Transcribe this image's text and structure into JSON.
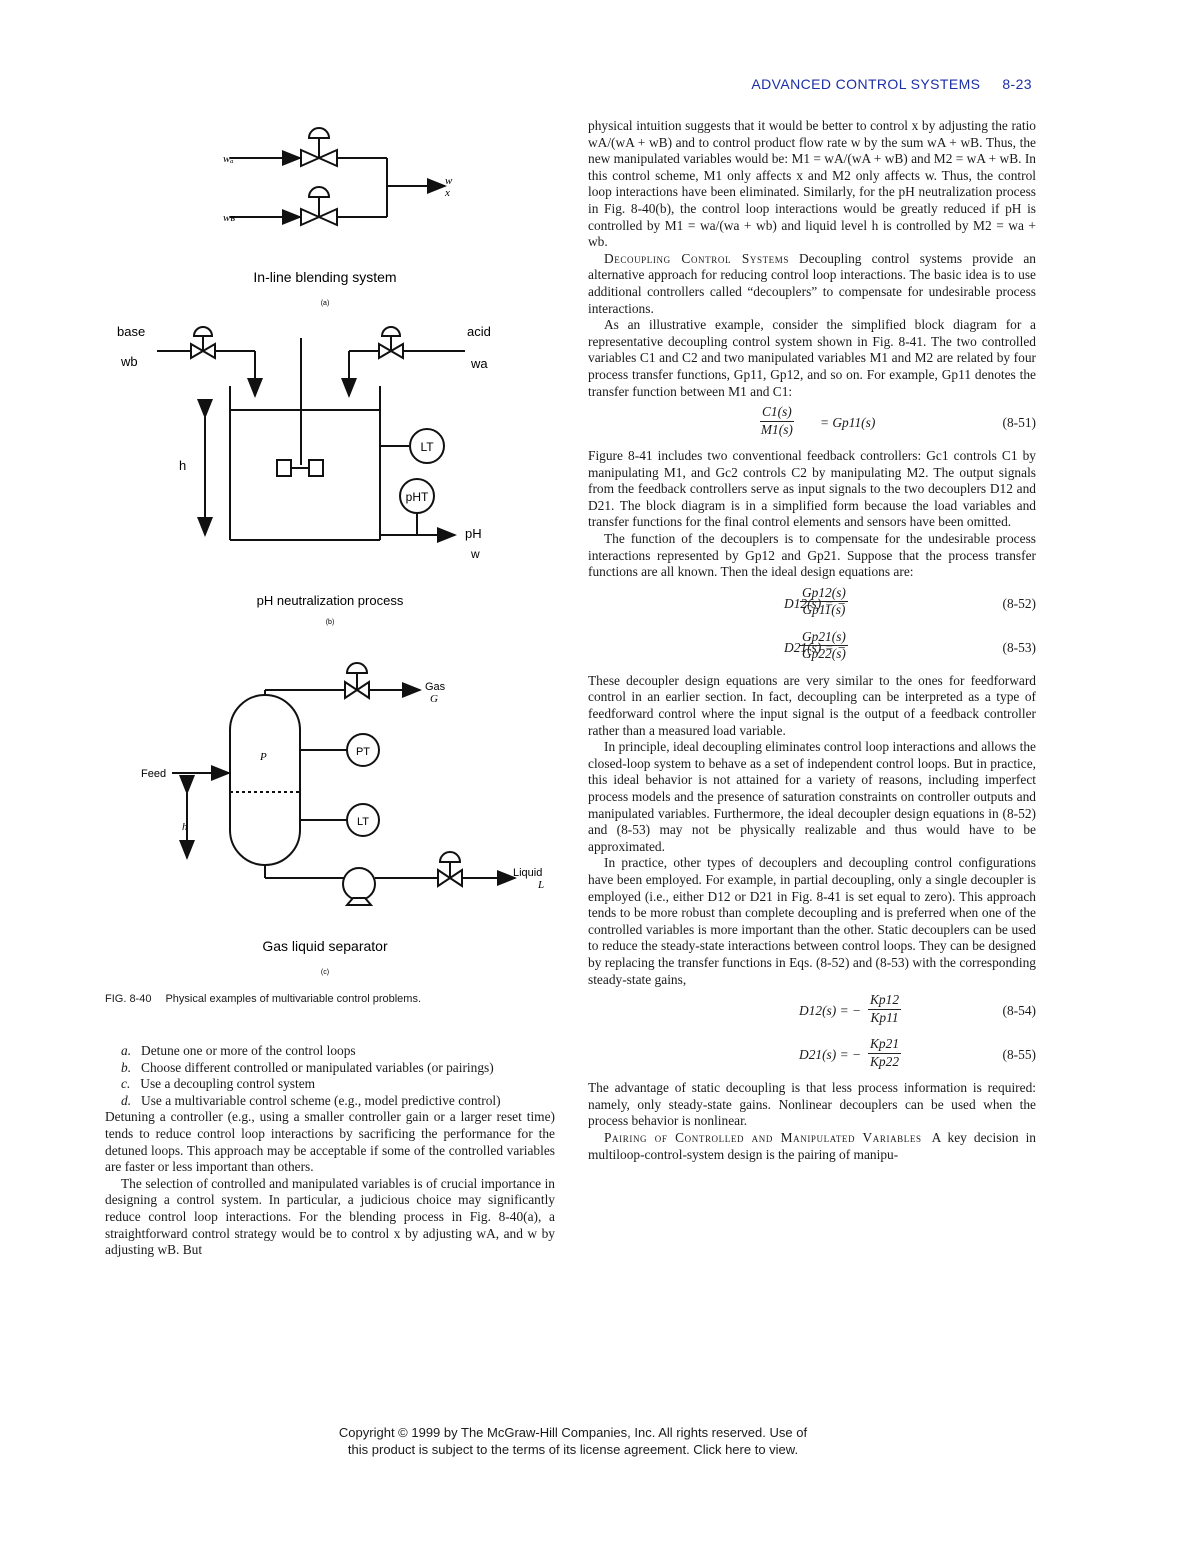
{
  "header": {
    "section": "ADVANCED CONTROL SYSTEMS",
    "page": "8-23"
  },
  "figure": {
    "panel_a": {
      "title": "In-line blending system",
      "tag": "(a)",
      "in1": "wₐ",
      "in2": "wʙ",
      "out1": "w",
      "out2": "x"
    },
    "panel_b": {
      "title": "pH neutralization process",
      "tag": "(b)",
      "base": "base",
      "wb": "wb",
      "acid": "acid",
      "wa": "wa",
      "h": "h",
      "lt": "LT",
      "pht": "pHT",
      "ph": "pH",
      "w": "w"
    },
    "panel_c": {
      "title": "Gas liquid separator",
      "tag": "(c)",
      "gas": "Gas",
      "g": "G",
      "p": "P",
      "pt": "PT",
      "feed": "Feed",
      "h": "h",
      "lt": "LT",
      "liquid": "Liquid",
      "l": "L"
    },
    "caption_label": "FIG. 8-40",
    "caption_text": "Physical examples of multivariable control problems."
  },
  "list": [
    {
      "key": "a.",
      "text": "Detune one or more of the control loops"
    },
    {
      "key": "b.",
      "text": "Choose different controlled or manipulated variables (or pairings)"
    },
    {
      "key": "c.",
      "text": "Use a decoupling control system"
    },
    {
      "key": "d.",
      "text": "Use a multivariable control scheme (e.g., model predictive control)"
    }
  ],
  "left_text": {
    "p1": "Detuning a controller (e.g., using a smaller controller gain or a larger reset time) tends to reduce control loop interactions by sacrificing the performance for the detuned loops. This approach may be acceptable if some of the controlled variables are faster or less important than others.",
    "p2": "The selection of controlled and manipulated variables is of crucial importance in designing a control system. In particular, a judicious choice may significantly reduce control loop interactions. For the blending process in Fig. 8-40(a), a straightforward control strategy would be to control x by adjusting wA, and w by adjusting wB. But"
  },
  "right_text": {
    "p1": "physical intuition suggests that it would be better to control x by adjusting the ratio wA/(wA + wB) and to control product flow rate w by the sum wA + wB. Thus, the new manipulated variables would be: M1 = wA/(wA + wB) and M2 = wA + wB. In this control scheme, M1 only affects x and M2 only affects w. Thus, the control loop interactions have been eliminated. Similarly, for the pH neutralization process in Fig. 8-40(b), the control loop interactions would be greatly reduced if pH is controlled by M1 = wa/(wa + wb) and liquid level h is controlled by M2 = wa + wb.",
    "p2_head": "Decoupling Control Systems",
    "p2": "Decoupling control systems provide an alternative approach for reducing control loop interactions. The basic idea is to use additional controllers called “decouplers” to compensate for undesirable process interactions.",
    "p3": "As an illustrative example, consider the simplified block diagram for a representative decoupling control system shown in Fig. 8-41. The two controlled variables C1 and C2 and two manipulated variables M1 and M2 are related by four process transfer functions, Gp11, Gp12, and so on. For example, Gp11 denotes the transfer function between M1 and C1:",
    "p4": "Figure 8-41 includes two conventional feedback controllers: Gc1 controls C1 by manipulating M1, and Gc2 controls C2 by manipulating M2. The output signals from the feedback controllers serve as input signals to the two decouplers D12 and D21. The block diagram is in a simplified form because the load variables and transfer functions for the final control elements and sensors have been omitted.",
    "p5": "The function of the decouplers is to compensate for the undesirable process interactions represented by Gp12 and Gp21. Suppose that the process transfer functions are all known. Then the ideal design equations are:",
    "p6": "These decoupler design equations are very similar to the ones for feedforward control in an earlier section. In fact, decoupling can be interpreted as a type of feedforward control where the input signal is the output of a feedback controller rather than a measured load variable.",
    "p7": "In principle, ideal decoupling eliminates control loop interactions and allows the closed-loop system to behave as a set of independent control loops. But in practice, this ideal behavior is not attained for a variety of reasons, including imperfect process models and the presence of saturation constraints on controller outputs and manipulated variables. Furthermore, the ideal decoupler design equations in (8-52) and (8-53) may not be physically realizable and thus would have to be approximated.",
    "p8": "In practice, other types of decouplers and decoupling control configurations have been employed. For example, in partial decoupling, only a single decoupler is employed (i.e., either D12 or D21 in Fig. 8-41 is set equal to zero). This approach tends to be more robust than complete decoupling and is preferred when one of the controlled variables is more important than the other. Static decouplers can be used to reduce the steady-state interactions between control loops. They can be designed by replacing the transfer functions in Eqs. (8-52) and (8-53) with the corresponding steady-state gains,",
    "p9": "The advantage of static decoupling is that less process information is required: namely, only steady-state gains. Nonlinear decouplers can be used when the process behavior is nonlinear.",
    "p10_head": "Pairing of Controlled and Manipulated Variables",
    "p10": "A key decision in multiloop-control-system design is the pairing of manipu-"
  },
  "equations": {
    "e51": {
      "num": "C1(s)",
      "den": "M1(s)",
      "rhs": "= Gp11(s)",
      "tag": "(8-51)"
    },
    "e52": {
      "lhs": "D12(s) = −",
      "num": "Gp12(s)",
      "den": "Gp11(s)",
      "tag": "(8-52)"
    },
    "e53": {
      "lhs": "D21(s) = −",
      "num": "Gp21(s)",
      "den": "Gp22(s)",
      "tag": "(8-53)"
    },
    "e54": {
      "lhs": "D12(s) = −",
      "num": "Kp12",
      "den": "Kp11",
      "tag": "(8-54)"
    },
    "e55": {
      "lhs": "D21(s) = −",
      "num": "Kp21",
      "den": "Kp22",
      "tag": "(8-55)"
    }
  },
  "footer": {
    "line1": "Copyright © 1999 by The McGraw-Hill Companies, Inc. All rights reserved. Use of",
    "line2": "this product is subject to the terms of its license agreement. Click here to view."
  }
}
